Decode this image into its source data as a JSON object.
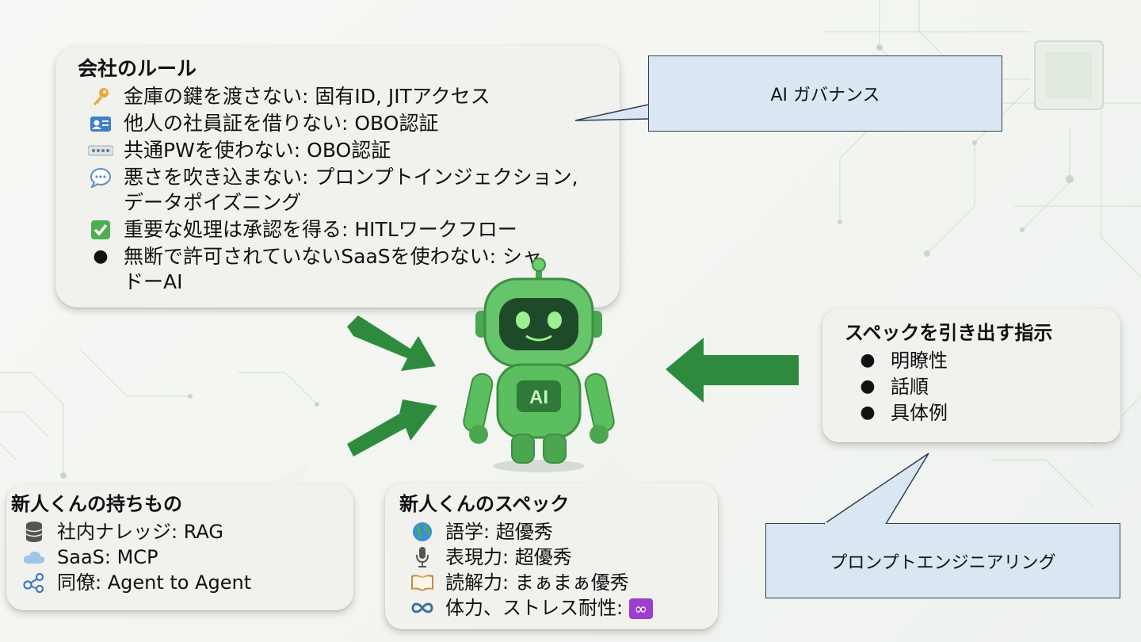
{
  "rules": {
    "title": "会社のルール",
    "items": [
      {
        "icon": "key-icon",
        "text": "金庫の鍵を渡さない: 固有ID, JITアクセス"
      },
      {
        "icon": "id-card-icon",
        "text": "他人の社員証を借りない: OBO認証"
      },
      {
        "icon": "password-icon",
        "text": "共通PWを使わない: OBO認証"
      },
      {
        "icon": "speech-bubble-icon",
        "text": "悪さを吹き込まない: プロンプトインジェクション,\nデータポイズニング"
      },
      {
        "icon": "check-mark-icon",
        "text": "重要な処理は承認を得る: HITLワークフロー"
      },
      {
        "icon": "bullet-icon",
        "text": "無断で許可されていないSaaSを使わない: シャ\nドーAI"
      }
    ]
  },
  "governance_callout": "AI ガバナンス",
  "robot": {
    "chest_label": "AI"
  },
  "instructions": {
    "title": "スペックを引き出す指示",
    "items": [
      "明瞭性",
      "話順",
      "具体例"
    ]
  },
  "prompt_callout": "プロンプトエンジニアリング",
  "belongings": {
    "title": "新人くんの持ちもの",
    "items": [
      {
        "icon": "database-icon",
        "text": "社内ナレッジ: RAG"
      },
      {
        "icon": "cloud-icon",
        "text": "SaaS: MCP"
      },
      {
        "icon": "share-network-icon",
        "text": "同僚: Agent to Agent"
      }
    ]
  },
  "specs": {
    "title": "新人くんのスペック",
    "items": [
      {
        "icon": "globe-icon",
        "text": "語学: 超優秀"
      },
      {
        "icon": "microphone-icon",
        "text": "表現力: 超優秀"
      },
      {
        "icon": "open-book-icon",
        "text": "読解力: まぁまぁ優秀"
      },
      {
        "icon": "infinity-icon",
        "text": "体力、ストレス耐性:"
      }
    ],
    "infinity_badge": "∞"
  },
  "colors": {
    "arrow_green": "#2e8b3e",
    "robot_green": "#5cbf5f",
    "callout_fill": "#dbe6f3",
    "bubble_fill": "#f1f1ee"
  }
}
